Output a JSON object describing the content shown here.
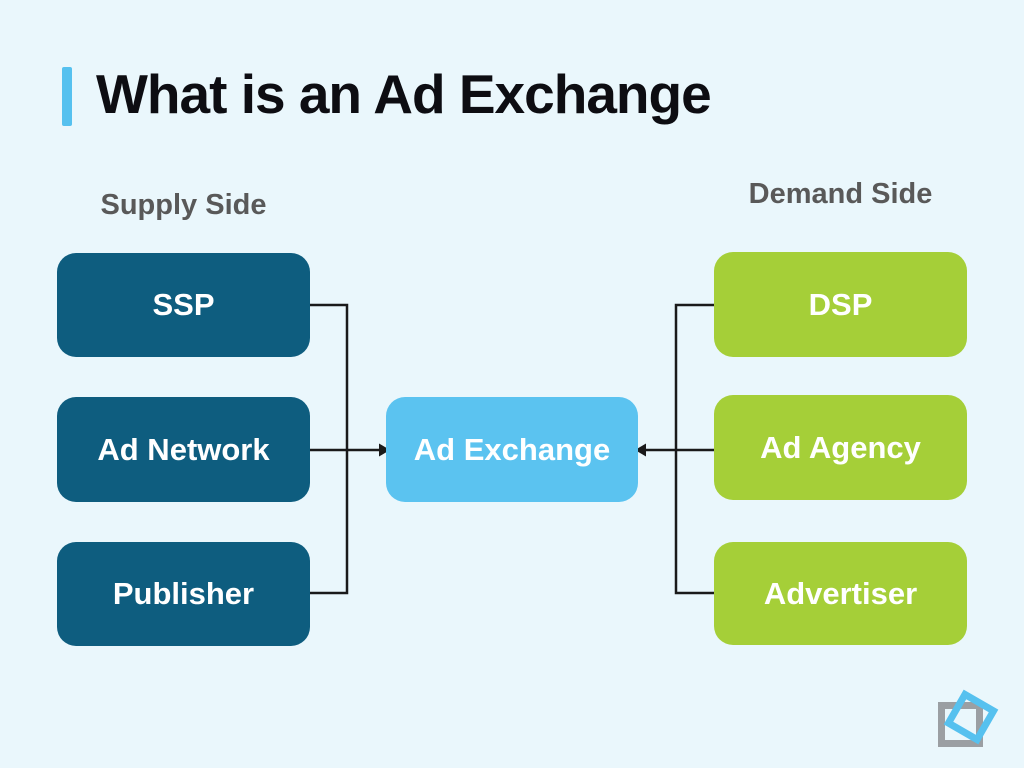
{
  "title": {
    "text": "What is an Ad Exchange"
  },
  "supply": {
    "label": "Supply Side",
    "boxes": [
      {
        "label": "SSP"
      },
      {
        "label": "Ad Network"
      },
      {
        "label": "Publisher"
      }
    ]
  },
  "demand": {
    "label": "Demand Side",
    "boxes": [
      {
        "label": "DSP"
      },
      {
        "label": "Ad Agency"
      },
      {
        "label": "Advertiser"
      }
    ]
  },
  "center": {
    "label": "Ad Exchange"
  },
  "icons": {
    "logo": "overlapping-squares-logo"
  },
  "colors": {
    "background": "#eaf7fc",
    "supply_box": "#0e5d7f",
    "demand_box": "#a5cf38",
    "center_box": "#5bc3f0",
    "accent_bar": "#56c1ef",
    "label_gray": "#595959",
    "title_black": "#0d0d12",
    "connector": "#1a1a1a",
    "logo_gray": "#9b9fa3",
    "logo_blue": "#56c1ef"
  }
}
